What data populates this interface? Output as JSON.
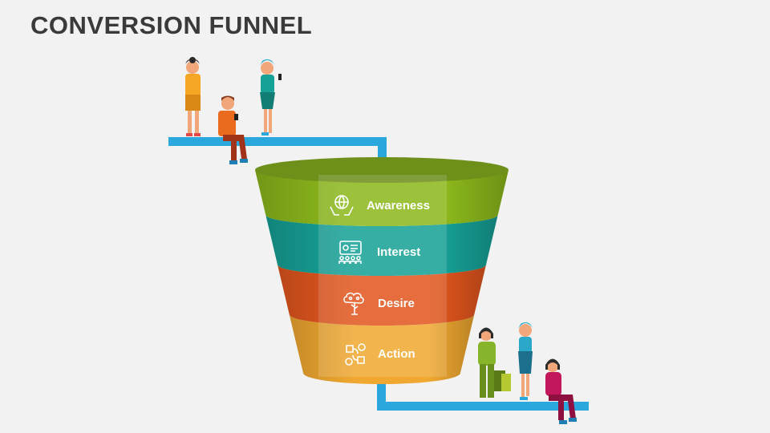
{
  "slide": {
    "title": "CONVERSION FUNNEL"
  },
  "funnel": {
    "stages": [
      {
        "label": "Awareness",
        "icon": "globe-in-hands-icon",
        "color": "#8cb81c"
      },
      {
        "label": "Interest",
        "icon": "presentation-audience-icon",
        "color": "#16a196"
      },
      {
        "label": "Desire",
        "icon": "idea-tree-icon",
        "color": "#e2561e"
      },
      {
        "label": "Action",
        "icon": "process-gears-icon",
        "color": "#f0a830"
      }
    ],
    "top_color": "#6e8f1a",
    "connector_color": "#29a9de"
  }
}
